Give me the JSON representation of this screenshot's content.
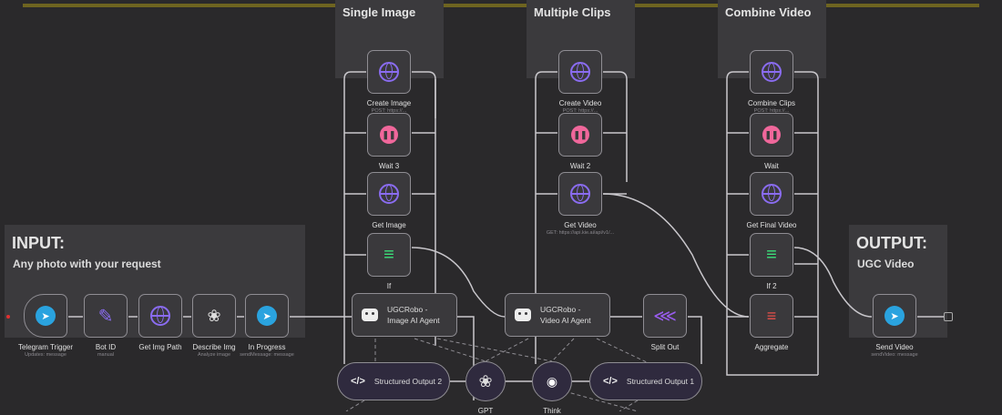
{
  "stickies": {
    "single_image": "Single Image",
    "multiple_clips": "Multiple Clips",
    "combine_video": "Combine Video",
    "input_title": "INPUT:",
    "input_sub": "Any photo with your request",
    "output_title": "OUTPUT:",
    "output_sub": "UGC Video"
  },
  "nodes": [
    {
      "id": "telegram-trigger",
      "label": "Telegram Trigger",
      "sub": "Updates: message",
      "icon": "telegram-icon"
    },
    {
      "id": "bot-id",
      "label": "Bot ID",
      "sub": "manual",
      "icon": "pencil-icon"
    },
    {
      "id": "get-img-path",
      "label": "Get Img Path",
      "sub": "",
      "icon": "globe-icon"
    },
    {
      "id": "describe-img",
      "label": "Describe Img",
      "sub": "Analyze image",
      "icon": "openai-icon"
    },
    {
      "id": "in-progress",
      "label": "In Progress",
      "sub": "sendMessage: message",
      "icon": "telegram-icon"
    },
    {
      "id": "create-image",
      "label": "Create Image",
      "sub": "POST: https://...",
      "icon": "globe-icon"
    },
    {
      "id": "wait-3",
      "label": "Wait 3",
      "sub": "",
      "icon": "pause-icon"
    },
    {
      "id": "get-image",
      "label": "Get Image",
      "sub": "",
      "icon": "globe-icon"
    },
    {
      "id": "if",
      "label": "If",
      "sub": "",
      "icon": "if-icon"
    },
    {
      "id": "create-video",
      "label": "Create Video",
      "sub": "POST: https://...",
      "icon": "globe-icon"
    },
    {
      "id": "wait-2",
      "label": "Wait 2",
      "sub": "",
      "icon": "pause-icon"
    },
    {
      "id": "get-video",
      "label": "Get Video",
      "sub": "GET: https://api.kie.ai/api/v1/...",
      "icon": "globe-icon"
    },
    {
      "id": "combine-clips",
      "label": "Combine Clips",
      "sub": "POST: https://...",
      "icon": "globe-icon"
    },
    {
      "id": "wait",
      "label": "Wait",
      "sub": "",
      "icon": "pause-icon"
    },
    {
      "id": "get-final-video",
      "label": "Get Final Video",
      "sub": "",
      "icon": "globe-icon"
    },
    {
      "id": "if-2",
      "label": "If 2",
      "sub": "",
      "icon": "if-icon"
    },
    {
      "id": "aggregate",
      "label": "Aggregate",
      "sub": "",
      "icon": "aggregate-icon"
    },
    {
      "id": "image-ai-agent",
      "label": "UGCRobo -\nImage AI Agent",
      "sub": "",
      "icon": "robot-icon"
    },
    {
      "id": "video-ai-agent",
      "label": "UGCRobo -\nVideo AI Agent",
      "sub": "",
      "icon": "robot-icon"
    },
    {
      "id": "split-out",
      "label": "Split Out",
      "sub": "",
      "icon": "split-out-icon"
    },
    {
      "id": "send-video",
      "label": "Send Video",
      "sub": "sendVideo: message",
      "icon": "telegram-icon"
    },
    {
      "id": "structured-output-2",
      "label": "Structured Output 2",
      "sub": "",
      "icon": "code-icon"
    },
    {
      "id": "gpt",
      "label": "GPT",
      "sub": "",
      "icon": "openai-icon"
    },
    {
      "id": "think",
      "label": "Think",
      "sub": "",
      "icon": "brain-icon"
    },
    {
      "id": "structured-output-1",
      "label": "Structured Output 1",
      "sub": "",
      "icon": "code-icon"
    }
  ],
  "colors": {
    "background": "#2a292b",
    "http": "#8a6cf0",
    "wait": "#f0679b",
    "telegram": "#2aa3df",
    "if": "#3ce07a",
    "aggregate": "#e8504a"
  }
}
